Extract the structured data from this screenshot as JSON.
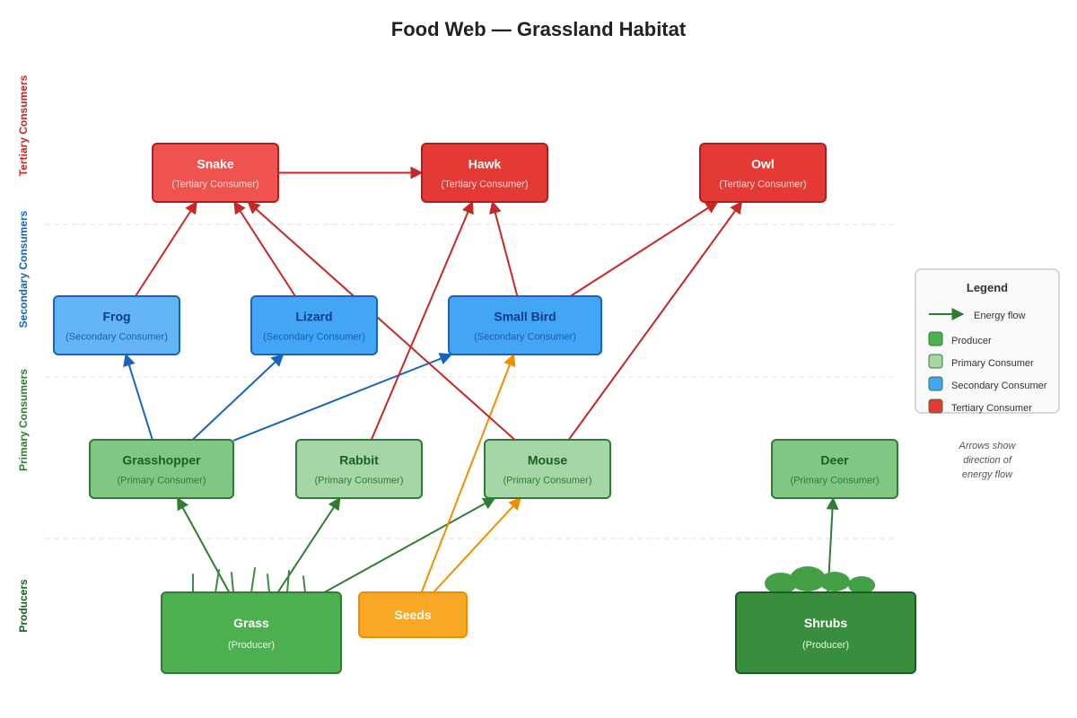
{
  "title": "Food Web — Grassland Habitat",
  "bands": [
    {
      "label": "Tertiary Consumers",
      "color": "#c62828"
    },
    {
      "label": "Secondary Consumers",
      "color": "#1565c0"
    },
    {
      "label": "Primary Consumers",
      "color": "#2e7d32"
    },
    {
      "label": "Producers",
      "color": "#1b5e20"
    }
  ],
  "nodes": {
    "snake": {
      "name": "Snake",
      "role": "(Tertiary Consumer)",
      "fill": "#ef5350",
      "stroke": "#b71c1c",
      "text": "#ffffff",
      "sub": "#ffe0e0"
    },
    "hawk": {
      "name": "Hawk",
      "role": "(Tertiary Consumer)",
      "fill": "#e53935",
      "stroke": "#b71c1c",
      "text": "#ffffff",
      "sub": "#ffe0e0"
    },
    "owl": {
      "name": "Owl",
      "role": "(Tertiary Consumer)",
      "fill": "#e53935",
      "stroke": "#b71c1c",
      "text": "#ffffff",
      "sub": "#ffe0e0"
    },
    "frog": {
      "name": "Frog",
      "role": "(Secondary Consumer)",
      "fill": "#64b5f6",
      "stroke": "#1565c0",
      "text": "#0d3c8a",
      "sub": "#1e5fb0"
    },
    "lizard": {
      "name": "Lizard",
      "role": "(Secondary Consumer)",
      "fill": "#42a5f5",
      "stroke": "#1565c0",
      "text": "#0d3c8a",
      "sub": "#1e5fb0"
    },
    "smallbird": {
      "name": "Small Bird",
      "role": "(Secondary Consumer)",
      "fill": "#42a5f5",
      "stroke": "#1565c0",
      "text": "#0d3c8a",
      "sub": "#1e5fb0"
    },
    "grasshopper": {
      "name": "Grasshopper",
      "role": "(Primary Consumer)",
      "fill": "#81c784",
      "stroke": "#2e7d32",
      "text": "#1b5e20",
      "sub": "#2e7d32"
    },
    "rabbit": {
      "name": "Rabbit",
      "role": "(Primary Consumer)",
      "fill": "#a5d6a7",
      "stroke": "#2e7d32",
      "text": "#1b5e20",
      "sub": "#2e7d32"
    },
    "mouse": {
      "name": "Mouse",
      "role": "(Primary Consumer)",
      "fill": "#a5d6a7",
      "stroke": "#2e7d32",
      "text": "#1b5e20",
      "sub": "#2e7d32"
    },
    "deer": {
      "name": "Deer",
      "role": "(Primary Consumer)",
      "fill": "#81c784",
      "stroke": "#2e7d32",
      "text": "#1b5e20",
      "sub": "#2e7d32"
    },
    "grass": {
      "name": "Grass",
      "role": "(Producer)",
      "fill": "#4caf50",
      "stroke": "#2e7d32",
      "text": "#ffffff",
      "sub": "#e8f5e9"
    },
    "seeds": {
      "name": "Seeds",
      "role": "",
      "fill": "#f9a825",
      "stroke": "#ef8f00",
      "text": "#ffffff",
      "sub": "#ffffff"
    },
    "shrubs": {
      "name": "Shrubs",
      "role": "(Producer)",
      "fill": "#388e3c",
      "stroke": "#1b5e20",
      "text": "#ffffff",
      "sub": "#e8f5e9"
    }
  },
  "edges": [
    {
      "from": "grass",
      "to": "grasshopper",
      "color": "#2e7d32"
    },
    {
      "from": "grass",
      "to": "rabbit",
      "color": "#2e7d32"
    },
    {
      "from": "grass",
      "to": "mouse",
      "color": "#2e7d32"
    },
    {
      "from": "seeds",
      "to": "mouse",
      "color": "#ef8f00"
    },
    {
      "from": "seeds",
      "to": "smallbird",
      "color": "#ef8f00"
    },
    {
      "from": "shrubs",
      "to": "deer",
      "color": "#2e7d32"
    },
    {
      "from": "grasshopper",
      "to": "frog",
      "color": "#1565c0"
    },
    {
      "from": "grasshopper",
      "to": "lizard",
      "color": "#1565c0"
    },
    {
      "from": "grasshopper",
      "to": "smallbird",
      "color": "#1565c0"
    },
    {
      "from": "frog",
      "to": "snake",
      "color": "#c62828"
    },
    {
      "from": "lizard",
      "to": "snake",
      "color": "#c62828"
    },
    {
      "from": "mouse",
      "to": "snake",
      "color": "#c62828"
    },
    {
      "from": "snake",
      "to": "hawk",
      "color": "#c62828"
    },
    {
      "from": "rabbit",
      "to": "hawk",
      "color": "#c62828"
    },
    {
      "from": "smallbird",
      "to": "hawk",
      "color": "#c62828"
    },
    {
      "from": "smallbird",
      "to": "owl",
      "color": "#c62828"
    },
    {
      "from": "mouse",
      "to": "owl",
      "color": "#c62828"
    }
  ],
  "legend": {
    "title": "Legend",
    "items": [
      {
        "kind": "arrow",
        "label": "Energy flow",
        "color": "#2e7d32"
      },
      {
        "kind": "swatch",
        "label": "Producer",
        "color": "#4caf50"
      },
      {
        "kind": "swatch",
        "label": "Primary Consumer",
        "color": "#a5d6a7"
      },
      {
        "kind": "swatch",
        "label": "Secondary Consumer",
        "color": "#42a5f5"
      },
      {
        "kind": "swatch",
        "label": "Tertiary Consumer",
        "color": "#e53935"
      }
    ]
  },
  "note": [
    "Arrows show",
    "direction of",
    "energy flow"
  ],
  "colors": {
    "divider": "#e0e0e0",
    "legend_border": "#cccccc",
    "legend_bg": "#fafafa"
  }
}
